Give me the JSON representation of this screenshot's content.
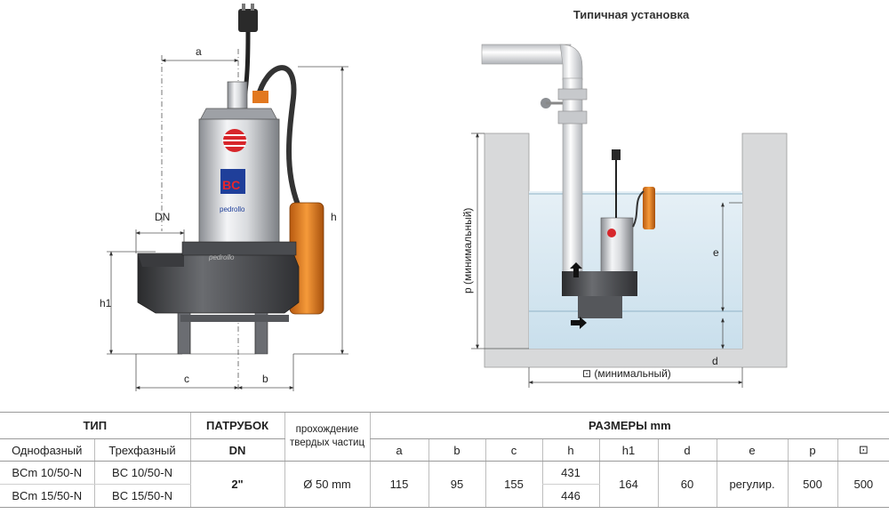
{
  "installation": {
    "title": "Типичная установка",
    "label_p": "p (минимальный)",
    "label_square": "⊡ (минимальный)"
  },
  "dims": {
    "a": "a",
    "b": "b",
    "c": "c",
    "h": "h",
    "h1": "h1",
    "dn": "DN",
    "d": "d",
    "e": "e"
  },
  "table": {
    "hdr_type": "ТИП",
    "hdr_outlet": "ПАТРУБОК",
    "hdr_solids_1": "прохождение",
    "hdr_solids_2": "твердых частиц",
    "hdr_dims": "РАЗМЕРЫ mm",
    "sub_single": "Однофазный",
    "sub_three": "Трехфазный",
    "sub_dn": "DN",
    "cols": [
      "a",
      "b",
      "c",
      "h",
      "h1",
      "d",
      "e",
      "p",
      "⊡"
    ],
    "rows": [
      {
        "single": "BCm 10/50-N",
        "three": "BC 10/50-N",
        "h": "431"
      },
      {
        "single": "BCm 15/50-N",
        "three": "BC 15/50-N",
        "h": "446"
      }
    ],
    "shared": {
      "dn": "2\"",
      "solids": "Ø 50 mm",
      "a": "115",
      "b": "95",
      "c": "155",
      "h1": "164",
      "d": "60",
      "e": "регулир.",
      "p": "500",
      "sq": "500"
    }
  }
}
